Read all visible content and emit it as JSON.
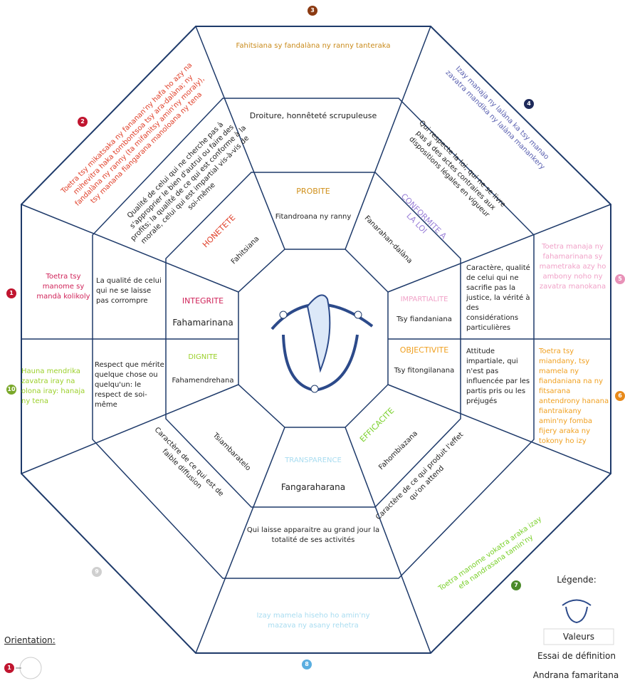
{
  "zones": {
    "top": "Fahitsiana sy fandalàna ny ranny tanteraka",
    "top_left": "Toetra tsy mikatsaka ny fananan'ny hafa ho azy na mihevitra haka tombontsoa tsy ara-dalàna; ny fandalàna ny ranny (ta mifanitsy amin'ny moraly), tsy manana fiangarana manoloana ny tena",
    "top_right": "Izay manaja ny lalàna ka tsy manao zavatra mandika ny lalàna manankery",
    "left_upper": "Toetra tsy manome sy mandà kolikoly",
    "left_lower": "Hauna mendrika zavatra iray na olona iray: hanaja ny tena",
    "right_upper": "Toetra manaja ny fahamarinana sy mametraka azy ho ambony noho ny zavatra manokana",
    "right_lower": "Toetra tsy miandany, tsy mamela ny fiandaniana na ny fitsarana antendrony hanana fiantraikany amin'ny fomba fijery araka ny tokony ho izy",
    "bottom_right": "Toetra manome vokatra araka izay efa nandrasana tamin'ny",
    "bottom": "Izay mamela hiseho ho amin'ny mazava ny asany rehetra",
    "bottom_left": ""
  },
  "definitions": {
    "top": "Droiture, honnêteté scrupuleuse",
    "top_left": "Qualité de celui qui ne cherche pas à s'approprier le bien d'autrui ou faire des profits; la qualité de ce qui est conforme à la morale, celui qui est impartial vis-à-vis de soi-même",
    "top_right": "Qui respecte la loi, qui ne se livre pas à des actes contraires aux dispositions légales en vigueur",
    "left_upper": "La qualité de celui qui ne se laisse pas corrompre",
    "left_lower": "Respect que mérite quelque chose ou quelqu'un: le respect de soi-même",
    "right_upper": "Caractère, qualité de celui qui ne sacrifie pas la justice, la vérité à des considérations particulières",
    "right_lower": "Attitude impartiale, qui n'est pas influencée par les partis pris ou les préjugés",
    "bottom_left": "Caractère de ce qui est de faible diffusion",
    "bottom": "Qui laisse apparaitre au grand jour la totalité de ses activités",
    "bottom_right": "Caractère de ce qui produit l'effet qu'on attend"
  },
  "values": {
    "probite": {
      "title": "PROBITE",
      "word": "Fitandroana ny ranny"
    },
    "honnetete": {
      "title": "HONETETE",
      "word": "Fahitsiana"
    },
    "conformite": {
      "title": "CONFORMITE A LA LOI",
      "word": "Fanarahan-dalàna"
    },
    "integrite": {
      "title": "INTEGRITE",
      "word": "Fahamarinana"
    },
    "impartialite": {
      "title": "IMPARTIALITE",
      "word": "Tsy fiandaniana"
    },
    "dignite": {
      "title": "DIGNITE",
      "word": "Fahamendrehana"
    },
    "objectivite": {
      "title": "OBJECTIVITE",
      "word": "Tsy fitongilanana"
    },
    "discretion": {
      "title": "",
      "word": "Tsiambaratelo"
    },
    "transparence": {
      "title": "TRANSPARENCE",
      "word": "Fangaraharana"
    },
    "efficacite": {
      "title": "EFFICACITE",
      "word": "Fahombiazana"
    }
  },
  "numbers": {
    "n1": "1",
    "n2": "2",
    "n3": "3",
    "n4": "4",
    "n5": "5",
    "n6": "6",
    "n7": "7",
    "n8": "8",
    "n9": "9",
    "n10": "10"
  },
  "legend": {
    "title": "Légende:",
    "item1": "Valeurs",
    "item2": "Essai de définition",
    "item3": "Andrana famaritana"
  },
  "orientation": {
    "label": "Orientation:",
    "number": "1"
  },
  "colors": {
    "n1": "#c0152f",
    "n2": "#c0152f",
    "n3": "#8b3a12",
    "n4": "#1e2a5a",
    "n5": "#e892b8",
    "n6": "#e88a1a",
    "n7": "#4b8a2a",
    "n8": "#5aaee0",
    "n9": "#cfcfcf",
    "n10": "#7aa82a",
    "zone_top": "#c98a1a",
    "zone_top_left": "#e0402a",
    "zone_top_right": "#5a60b0",
    "zone_left_upper": "#d0245a",
    "zone_left_lower": "#9bd02a",
    "zone_right_upper": "#f0a2c8",
    "zone_right_lower": "#f0a020",
    "zone_bottom_right": "#7ad02a",
    "zone_bottom": "#a8dcf0"
  }
}
